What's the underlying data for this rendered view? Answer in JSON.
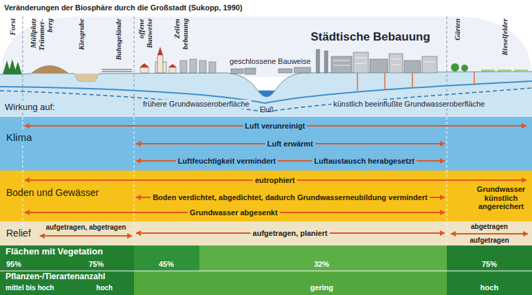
{
  "diagram": {
    "title": "Veränderungen der Biosphäre durch die Großstadt (Sukopp, 1990)",
    "nodes": [
      {
        "text": [
          "Klima",
          "Luft verunreinigt",
          "Luft erwärmt",
          "Luftfeuchtigkeit vermindert",
          "Luftaustausch herabgesetzt"
        ]
      },
      {
        "text": [
          "Boden und Gewässer",
          "eutrophiert",
          "Boden verdichtet, abgedichtet, dadurch Grundwasserneubildung vermindert",
          "Grundwasser abgesenkt",
          "Grundwasser künstlich angereichert"
        ]
      },
      {
        "text": [
          "Relief",
          "aufgetragen, abgetragen",
          "aufgetragen, planiert",
          "abgetragen",
          "aufgetragen"
        ]
      },
      {
        "text": [
          "Flächen mit Vegetation",
          "95%",
          "75%",
          "45%",
          "32%",
          "75%"
        ]
      },
      {
        "text": [
          "Pflanzen-/Tierartenanzahl",
          "mittel bis hoch",
          "hoch",
          "gering",
          "hoch"
        ]
      }
    ],
    "labels": [
      "Forst",
      "Müllplatz Trümmer-berg",
      "Kiesgrube",
      "Bahngelände",
      "offene Bauweise",
      "Zeilen bebauung",
      "Städtische Bebauung",
      "geschlossene Bauweise",
      "Gärten",
      "Rieselfelder",
      "frühere Grundwasseroberfläche",
      "Fluß",
      "künstlich beeinflußte Grundwasseroberfläche",
      "Wirkung auf:"
    ]
  }
}
